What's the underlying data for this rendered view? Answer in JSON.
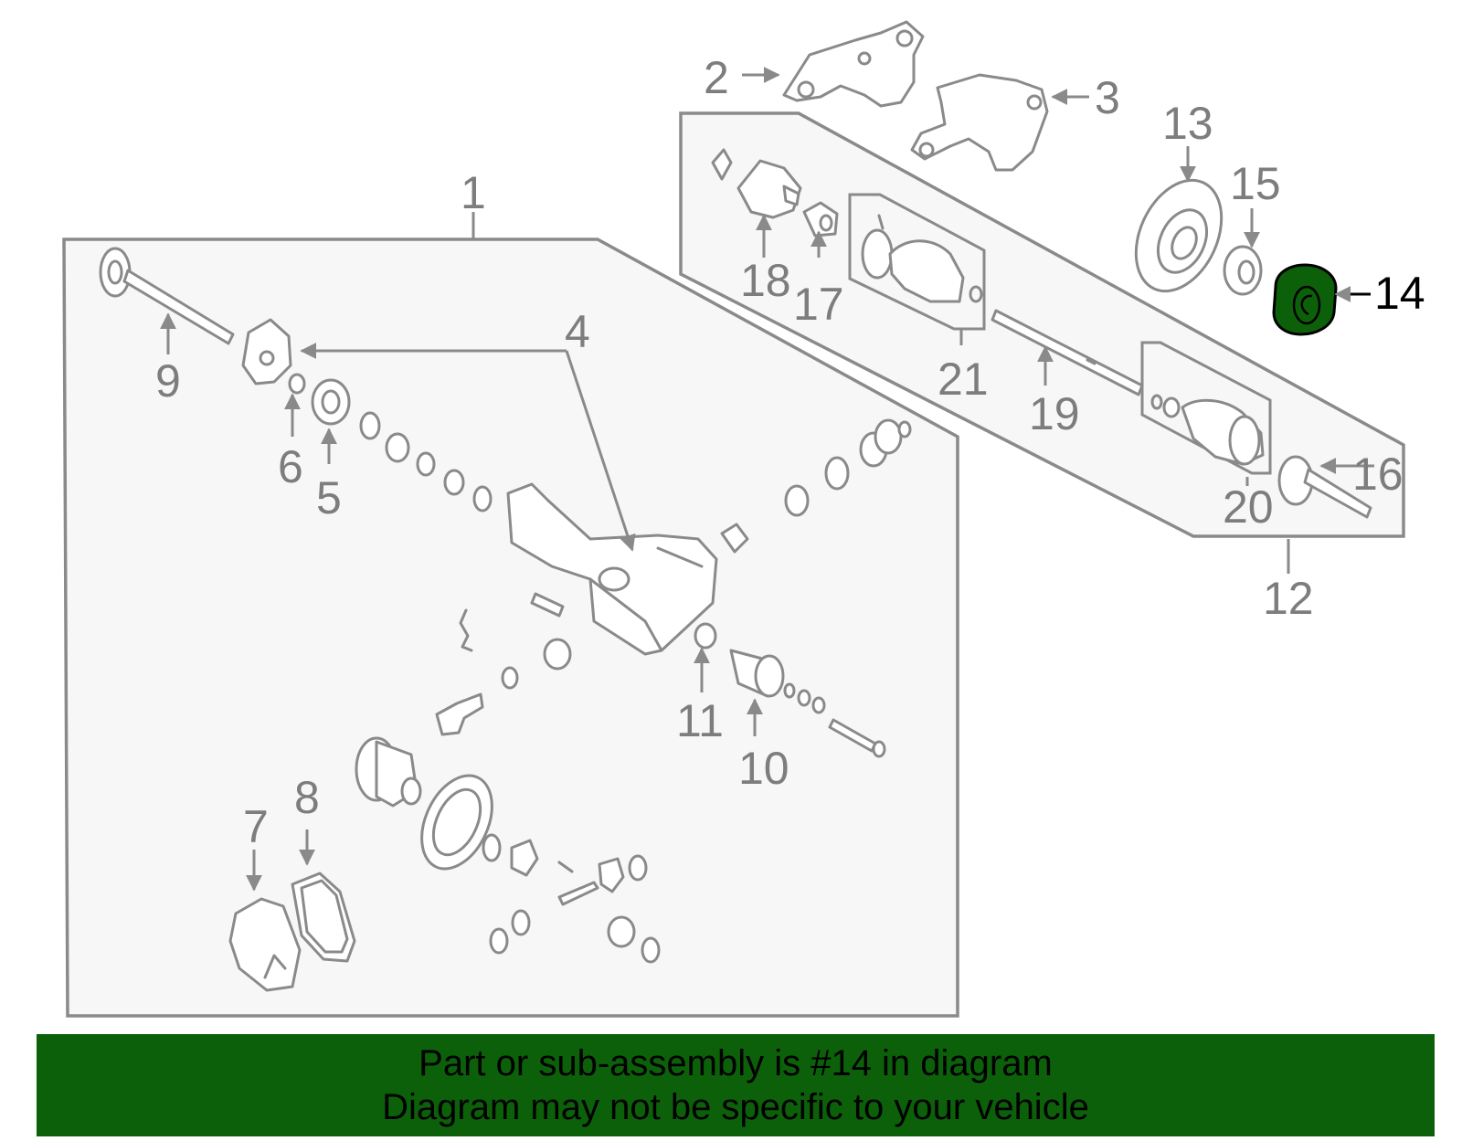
{
  "diagram": {
    "callouts": {
      "c1": "1",
      "c2": "2",
      "c3": "3",
      "c4": "4",
      "c5": "5",
      "c6": "6",
      "c7": "7",
      "c8": "8",
      "c9": "9",
      "c10": "10",
      "c11": "11",
      "c12": "12",
      "c13": "13",
      "c14": "14",
      "c15": "15",
      "c16": "16",
      "c17": "17",
      "c18": "18",
      "c19": "19",
      "c20": "20",
      "c21": "21"
    },
    "highlighted_part": "14",
    "colors": {
      "highlight": "#0d600a",
      "lines": "#8a8a8a",
      "banner": "#0d600a"
    }
  },
  "banner": {
    "line1": "Part or sub-assembly is #14 in diagram",
    "line2": "Diagram may not be specific to your vehicle"
  }
}
